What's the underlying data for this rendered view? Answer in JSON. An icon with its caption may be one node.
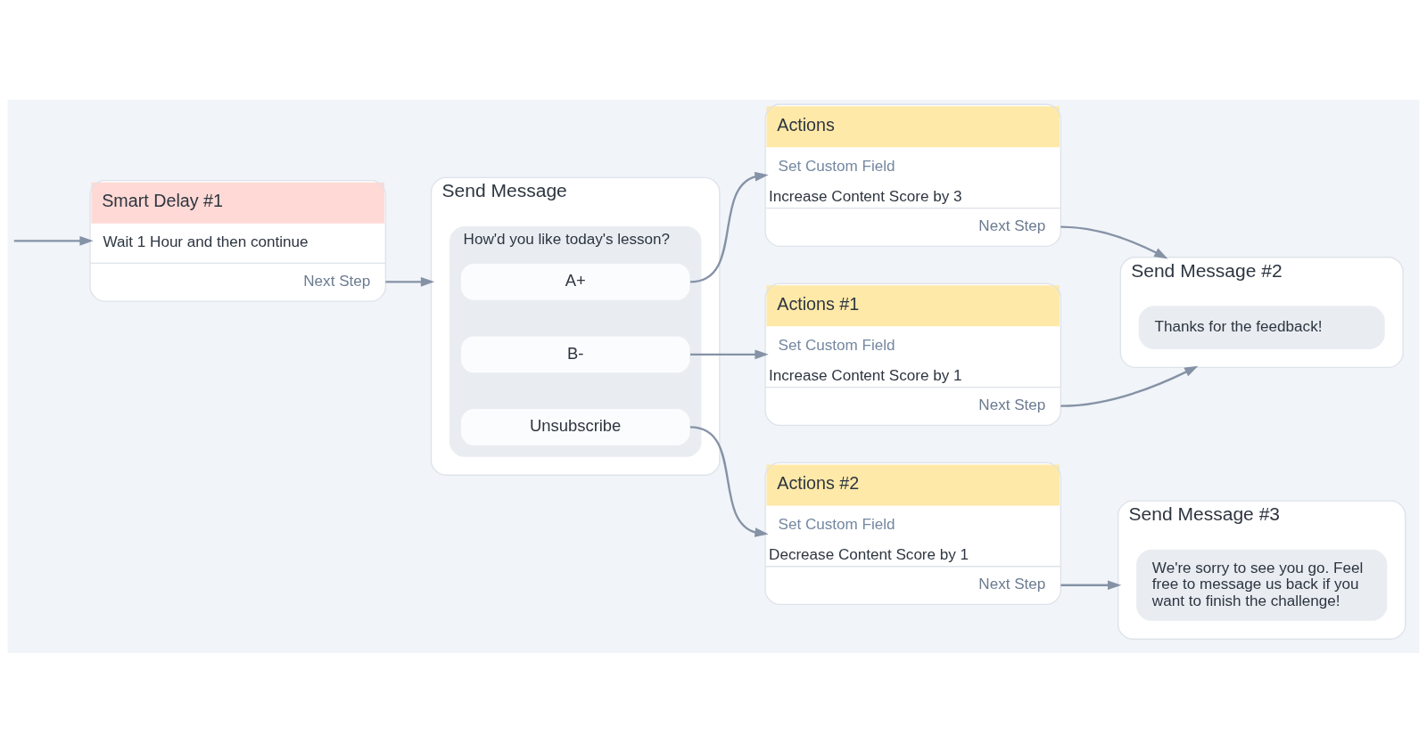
{
  "diagram": {
    "nodes": [
      {
        "text": [
          "Smart Delay #1",
          "Wait 1 Hour and then continue",
          "Next Step"
        ]
      },
      {
        "text": [
          "Send Message"
        ]
      },
      {
        "text": [
          "How'd you like today's lesson?"
        ],
        "in": 1
      },
      {
        "text": [
          "A+"
        ],
        "in": 2
      },
      {
        "text": [
          "B-"
        ],
        "in": 2
      },
      {
        "text": [
          "Unsubscribe"
        ],
        "in": 2
      },
      {
        "text": [
          "Actions",
          "Set Custom Field",
          "Increase Content Score by 3",
          "Next Step"
        ]
      },
      {
        "text": [
          "Actions #1",
          "Set Custom Field",
          "Increase Content Score by 1",
          "Next Step"
        ]
      },
      {
        "text": [
          "Send Message #2"
        ]
      },
      {
        "text": [
          "Thanks for the feedback!"
        ],
        "in": 8
      },
      {
        "text": [
          "Actions #2",
          "Set Custom Field",
          "Decrease Content Score by 1",
          "Next Step"
        ]
      },
      {
        "text": [
          "Send Message #3"
        ]
      },
      {
        "text": [
          "We're sorry to see you go. Feel free to message us back if you want to finish the challenge!"
        ],
        "in": 11
      }
    ],
    "edges": [
      {
        "from": null,
        "to": 0,
        "arrow": "to"
      },
      {
        "from": 0,
        "to": 1,
        "arrow": "to"
      },
      {
        "from": 3,
        "to": 6,
        "arrow": "to"
      },
      {
        "from": 4,
        "to": 7,
        "arrow": "to"
      },
      {
        "from": 5,
        "to": 10,
        "arrow": "to"
      },
      {
        "from": 6,
        "to": 8,
        "arrow": "to"
      },
      {
        "from": 7,
        "to": 8,
        "arrow": "to"
      },
      {
        "from": 10,
        "to": 11,
        "arrow": "to"
      }
    ]
  }
}
